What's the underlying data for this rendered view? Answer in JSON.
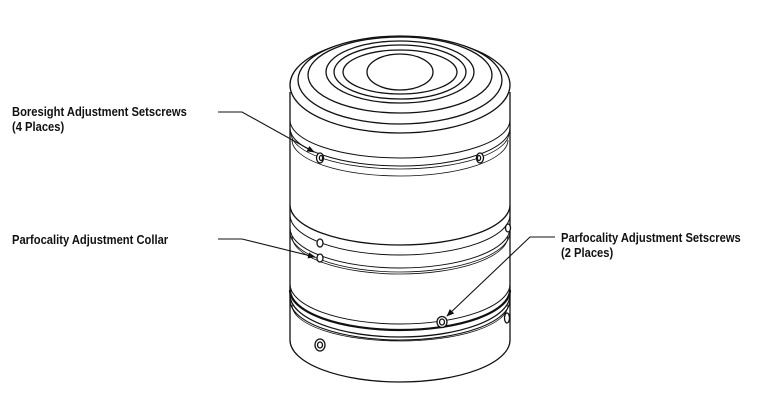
{
  "callouts": {
    "boresight": {
      "line1": "Boresight Adjustment Setscrews",
      "line2": "(4 Places)"
    },
    "collar": {
      "line1": "Parfocality Adjustment Collar"
    },
    "parfocality_setscrews": {
      "line1": "Parfocality Adjustment Setscrews",
      "line2": "(2 Places)"
    }
  },
  "colors": {
    "line": "#111111",
    "background": "#ffffff"
  }
}
